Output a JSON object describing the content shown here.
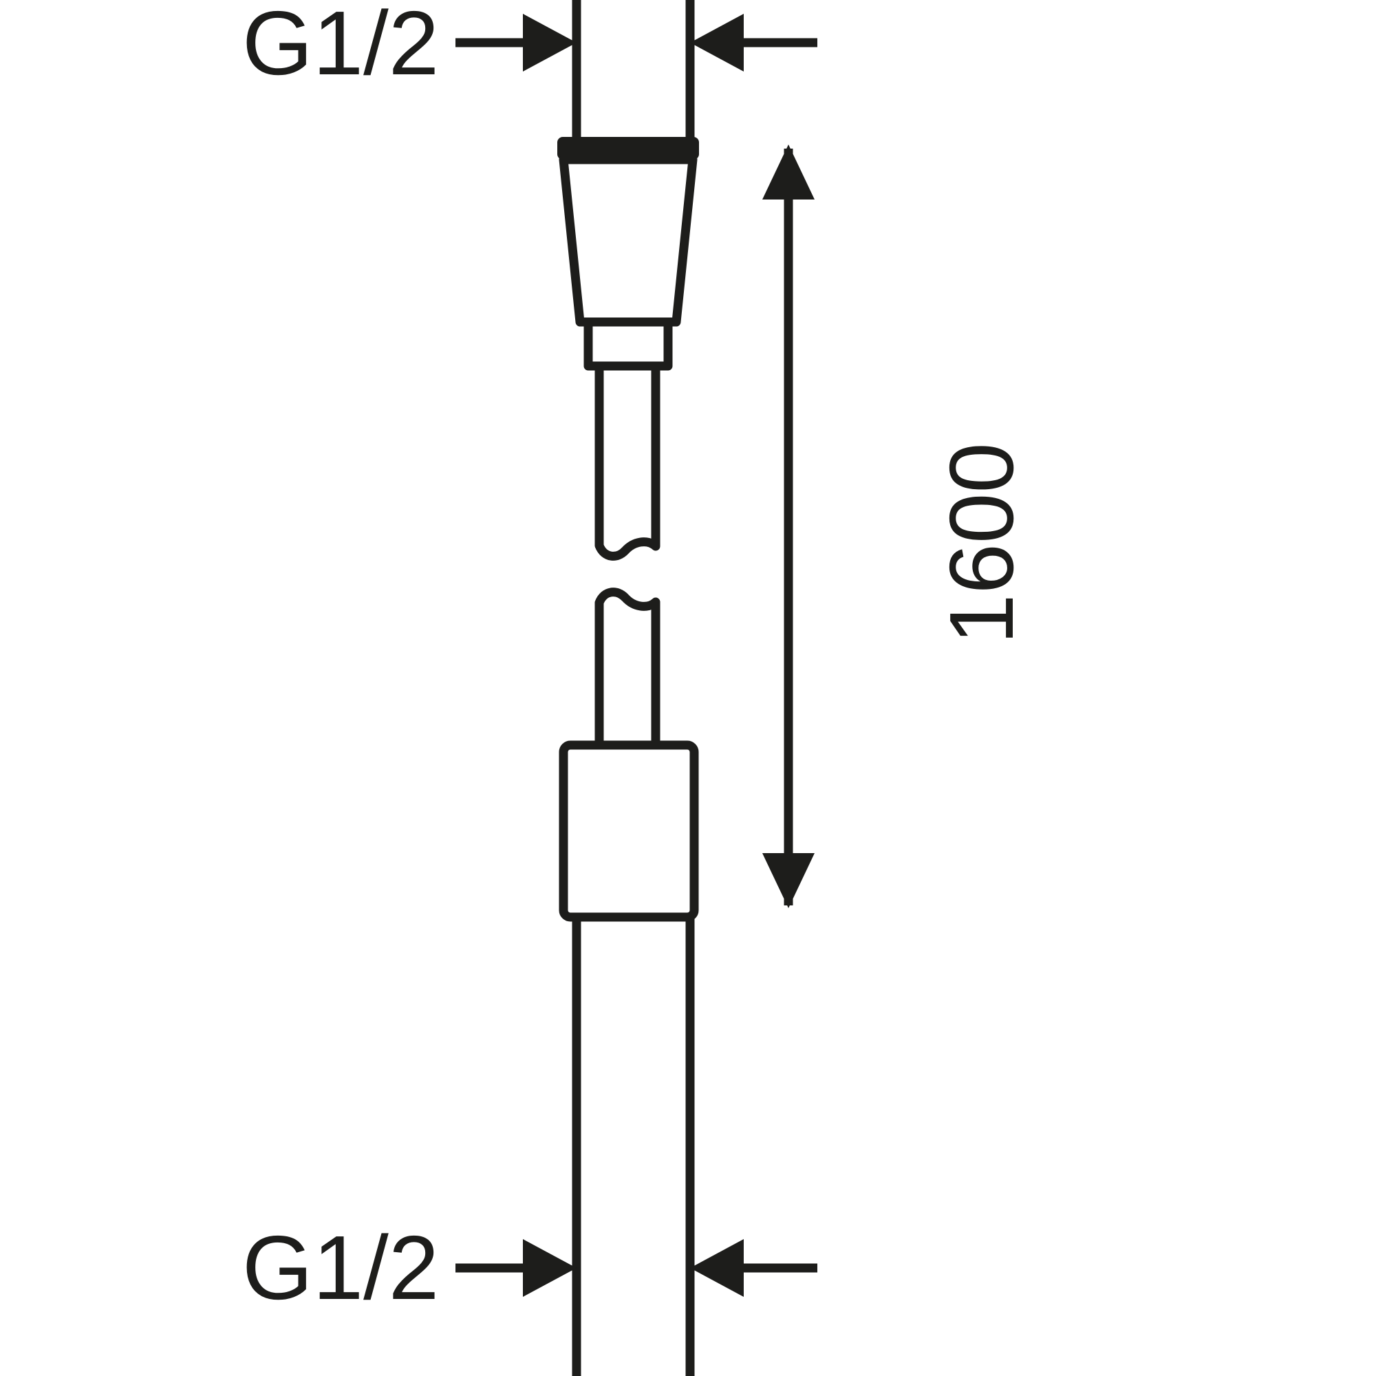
{
  "diagram": {
    "labels": {
      "top_thread": "G1/2",
      "bottom_thread": "G1/2",
      "length": "1600"
    },
    "colors": {
      "line": "#1d1d1b",
      "background": "#ffffff"
    }
  }
}
